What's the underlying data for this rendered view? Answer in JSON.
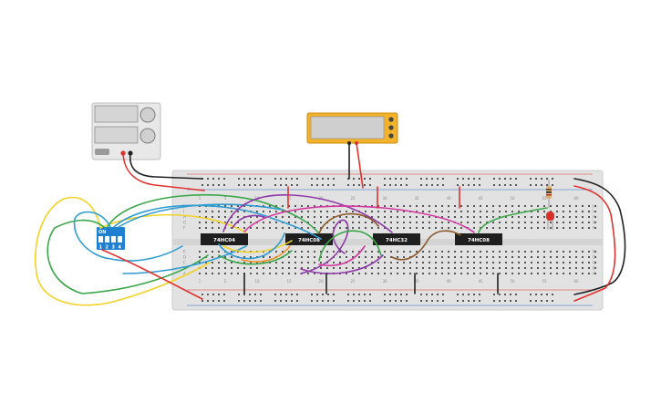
{
  "breadboard": {
    "column_numbers": [
      "1",
      "5",
      "10",
      "15",
      "20",
      "25",
      "30",
      "35",
      "40",
      "45",
      "50",
      "55",
      "60"
    ],
    "row_letters_top": [
      "J",
      "I",
      "H",
      "G",
      "F"
    ],
    "row_letters_bottom": [
      "E",
      "D",
      "C",
      "B",
      "A"
    ]
  },
  "chips": [
    {
      "label": "74HC04"
    },
    {
      "label": "74HC08"
    },
    {
      "label": "74HC32"
    },
    {
      "label": "74HC08"
    }
  ],
  "dip_switch": {
    "on_label": "ON",
    "switch_numbers": [
      "1",
      "2",
      "3",
      "4"
    ]
  },
  "colors": {
    "breadboard": "#e2e2e2",
    "power_rail_red": "#e0332f",
    "wire_black": "#222222",
    "wire_yellow": "#f2d227",
    "wire_green": "#3aa64a",
    "wire_blue": "#2f9bd1",
    "wire_purple": "#8e3aa8",
    "wire_magenta": "#d23aa0",
    "wire_brown": "#8a5a2a",
    "wire_orange": "#f0902a",
    "dip_switch_blue": "#1f7fd0",
    "multimeter_yellow": "#f2b32a",
    "led_red": "#d9302a"
  }
}
